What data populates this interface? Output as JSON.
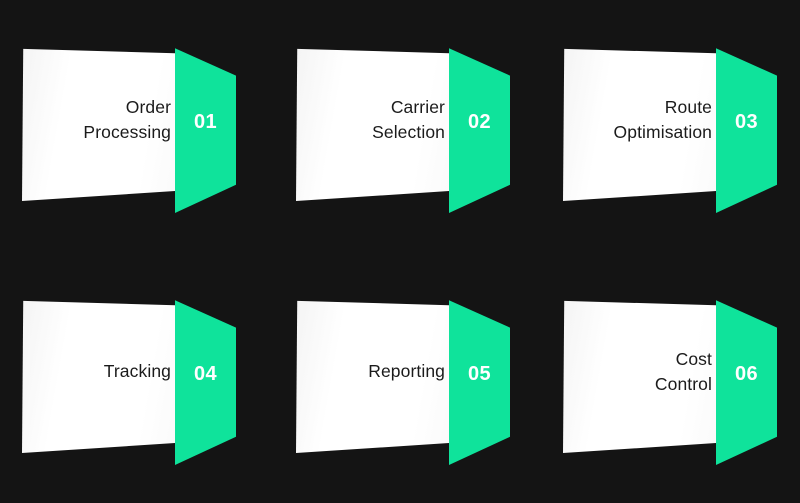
{
  "theme": {
    "background_color": "#141414",
    "accent_color": "#0fe39b",
    "panel_color": "#ffffff",
    "text_color": "#1b1b1b",
    "number_color": "#ffffff"
  },
  "layout": {
    "columns": 3,
    "rows": 2,
    "card_count": 6
  },
  "cards": [
    {
      "label": "Order\nProcessing",
      "number": "01"
    },
    {
      "label": "Carrier\nSelection",
      "number": "02"
    },
    {
      "label": "Route\nOptimisation",
      "number": "03"
    },
    {
      "label": "Tracking",
      "number": "04"
    },
    {
      "label": "Reporting",
      "number": "05"
    },
    {
      "label": "Cost\nControl",
      "number": "06"
    }
  ]
}
